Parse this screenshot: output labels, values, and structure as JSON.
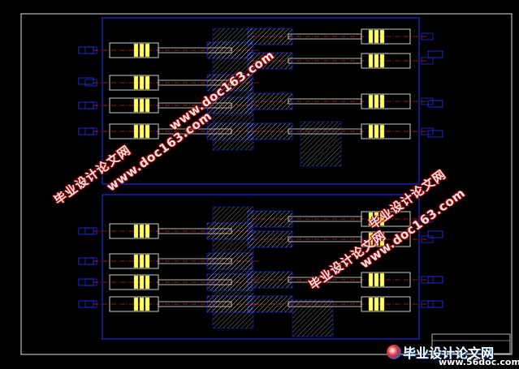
{
  "drawing": {
    "background": "#000000",
    "line_color": "#2233ff",
    "part_fill": "#ffff66",
    "hatch_color": "#d8d8d8",
    "axis_color": "#cc2222"
  },
  "watermarks": [
    {
      "cn": "毕业设计论文网",
      "url": "www.doc163.com"
    },
    {
      "cn": "毕业设计论文网",
      "url": "www.doc163.com"
    },
    {
      "cn": "毕业设计论文网",
      "url": "www.doc163.com"
    }
  ],
  "footer": {
    "cn": "毕业设计论文网",
    "url": "www.56doc.com"
  }
}
